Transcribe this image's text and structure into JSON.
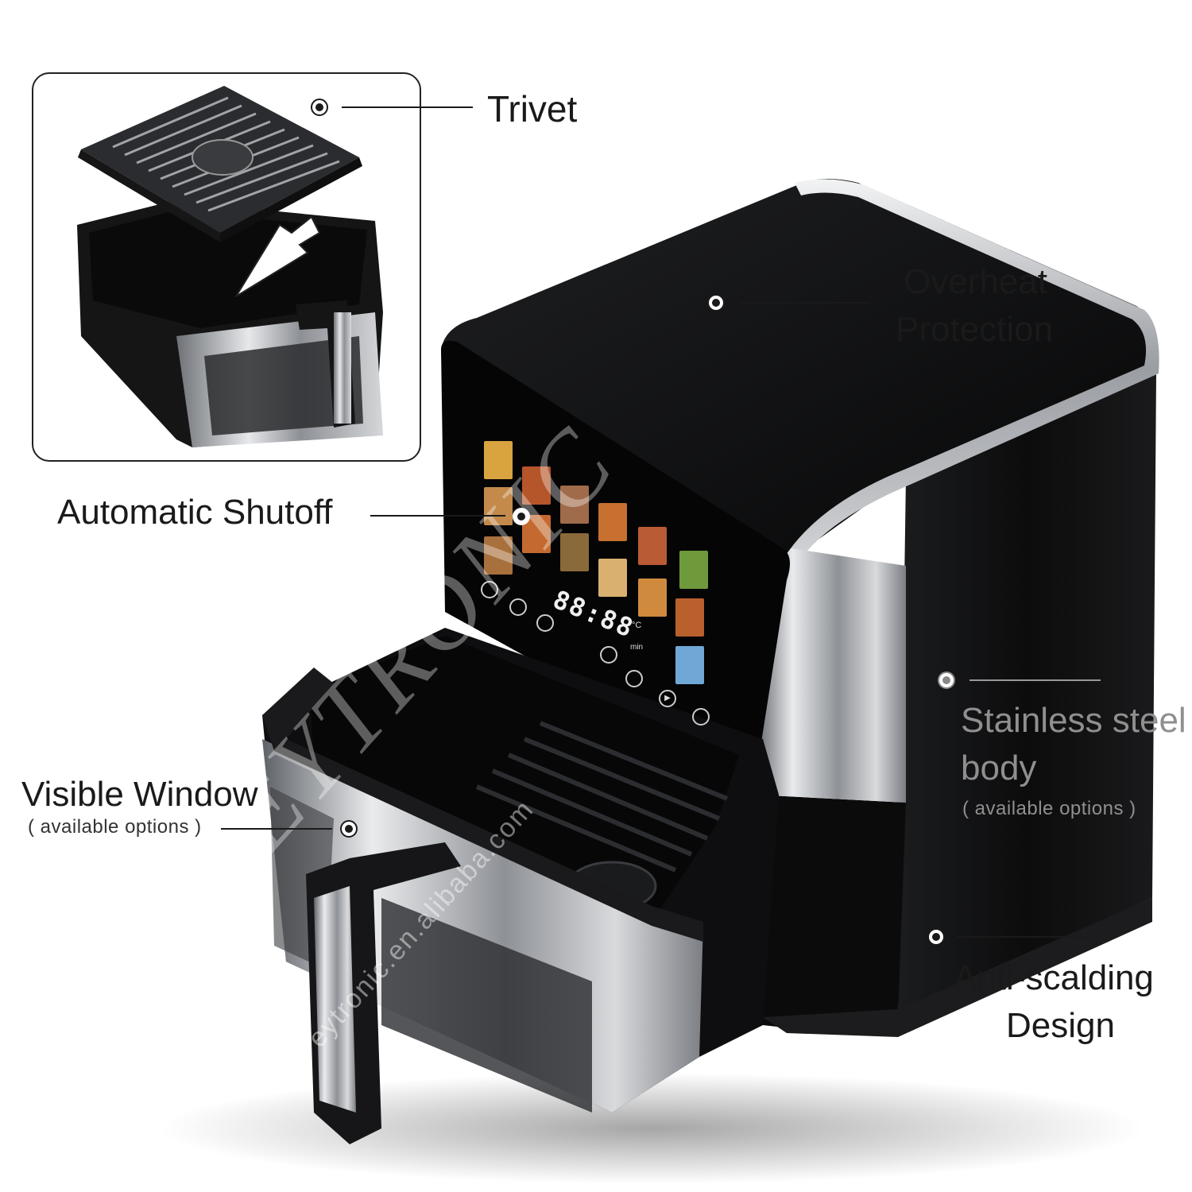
{
  "callouts": {
    "trivet": "Trivet",
    "overheat_line1": "Overheat",
    "overheat_line2": "Protection",
    "auto_shutoff": "Automatic Shutoff",
    "stainless_line1": "Stainless steel",
    "stainless_line2": "body",
    "stainless_note": "( available options )",
    "visible_window": "Visible Window",
    "visible_note": "( available options )",
    "anti_line1": "Anti-scalding",
    "anti_line2": "Design"
  },
  "display": {
    "time": "88:88",
    "unit_temp": "°C",
    "unit_min": "min"
  },
  "watermark": {
    "brand": "EYTRONIC",
    "url": "eytronic.en.alibaba.com"
  },
  "colors": {
    "body": "#0d0d0e",
    "steel": "#b9bcc0",
    "panel": "#050506",
    "led": "#f0f0f0"
  }
}
